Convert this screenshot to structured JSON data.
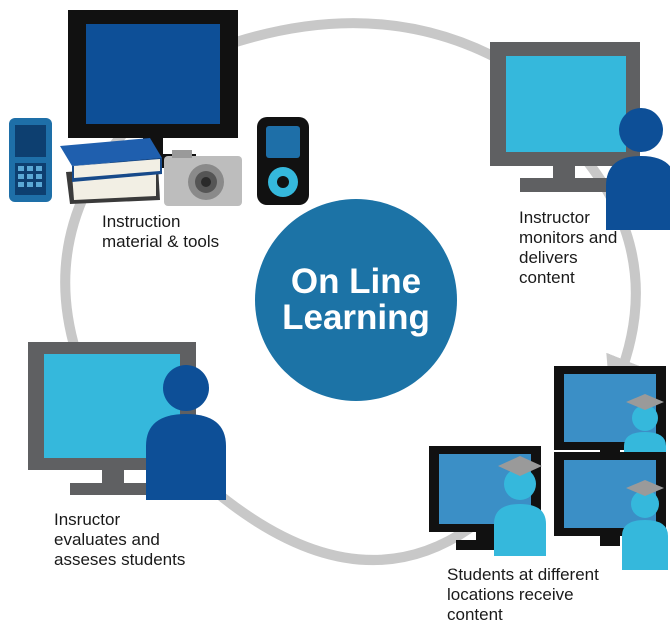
{
  "center": {
    "title": "On Line\nLearning",
    "color": "#1c73a6"
  },
  "stages": [
    {
      "label": "Instruction\nmaterial & tools",
      "icons": [
        "monitor-icon",
        "phone-icon",
        "books-icon",
        "camera-icon",
        "media-player-icon"
      ]
    },
    {
      "label": "Instructor\nmonitors and\ndelivers\ncontent",
      "icons": [
        "monitor-icon",
        "instructor-icon"
      ]
    },
    {
      "label": "Students at different\nlocations receive\ncontent",
      "icons": [
        "monitor-icon",
        "student-icon",
        "graduation-cap-icon"
      ]
    },
    {
      "label": "Insructor\nevaluates and\nasseses students",
      "icons": [
        "monitor-icon",
        "instructor-icon"
      ]
    }
  ],
  "colors": {
    "cycle_arrow": "#c8c8c8",
    "monitor_frame": "#111111",
    "monitor_frame_gray": "#5f6062",
    "screen_dark": "#0d4f97",
    "screen_light": "#35b8dc",
    "screen_student": "#3b8fc6",
    "person_dark": "#0d4f97",
    "person_light": "#35b8dc"
  }
}
